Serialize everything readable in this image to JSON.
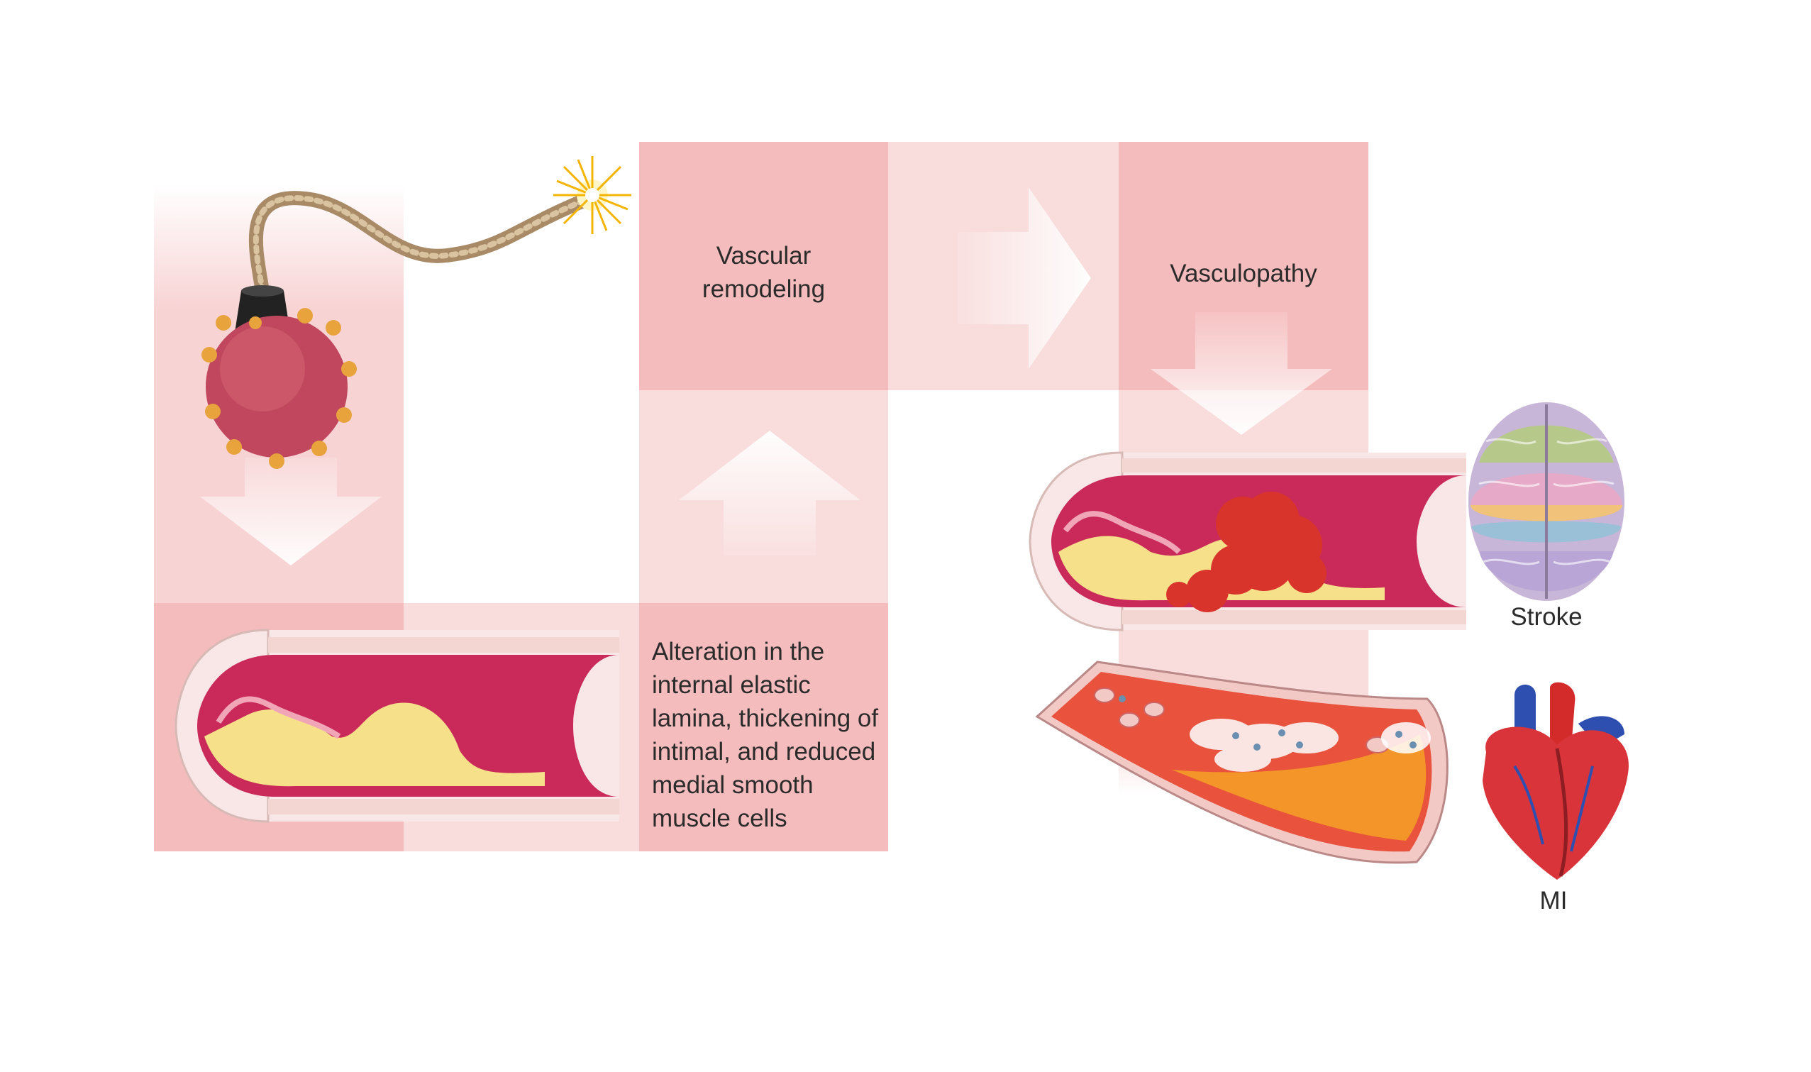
{
  "labels": {
    "vascular_remodeling": "Vascular\nremodeling",
    "vasculopathy": "Vasculopathy",
    "alteration": "Alteration in the\ninternal elastic\nlamina, thickening of\nintimal, and reduced\nmedial smooth\nmuscle cells",
    "stroke": "Stroke",
    "mi": "MI"
  },
  "icons": {
    "virus_bomb": "virus-bomb-icon",
    "artery_plaque": "artery-plaque-icon",
    "artery_thrombus": "artery-thrombus-icon",
    "artery_clot": "artery-clot-icon",
    "brain": "brain-icon",
    "heart": "heart-icon"
  },
  "colors": {
    "tile_dark": "#f5bcbd",
    "tile_light": "#f9dcdc",
    "vessel_lumen": "#c92a5a",
    "plaque": "#f6e08a",
    "clot": "#d8342c"
  }
}
